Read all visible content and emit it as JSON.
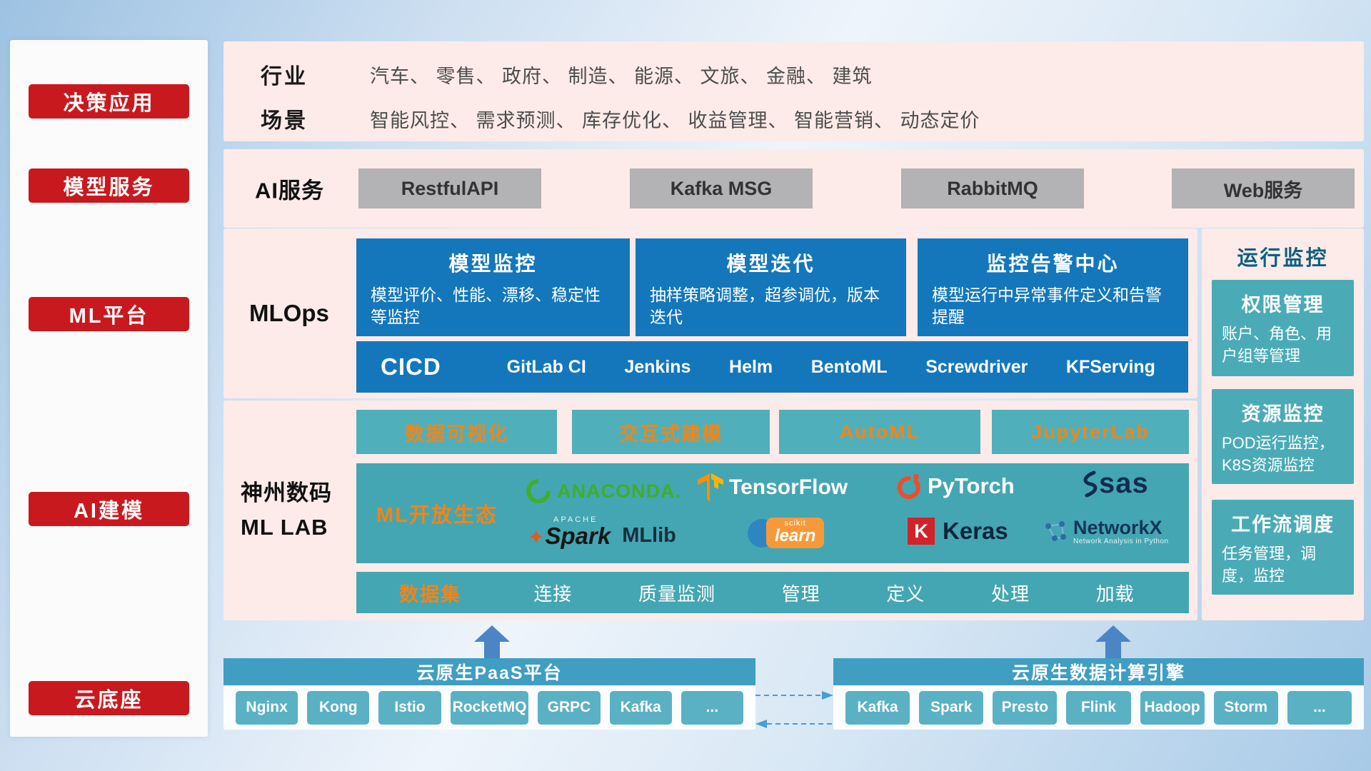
{
  "colors": {
    "accent_red": "#c8191f",
    "band_pink": "#fcebe8",
    "mlops_blue": "#1477bb",
    "teal": "#4aabb7",
    "bar_teal": "#3f9ec2",
    "orange_text": "#f08519"
  },
  "sidebar": {
    "items": [
      {
        "label": "决策应用"
      },
      {
        "label": "模型服务"
      },
      {
        "label": "ML平台"
      },
      {
        "label": "AI建模"
      },
      {
        "label": "云底座"
      }
    ]
  },
  "industry_band": {
    "rows": [
      {
        "label": "行业",
        "value": "汽车、 零售、 政府、 制造、 能源、 文旅、 金融、 建筑"
      },
      {
        "label": "场景",
        "value": "智能风控、 需求预测、 库存优化、 收益管理、 智能营销、 动态定价"
      }
    ]
  },
  "ai_service_band": {
    "label": "AI服务",
    "buttons": [
      "RestfulAPI",
      "Kafka MSG",
      "RabbitMQ",
      "Web服务"
    ]
  },
  "mlops_band": {
    "label": "MLOps",
    "cards": [
      {
        "title": "模型监控",
        "desc": "模型评价、性能、漂移、稳定性等监控"
      },
      {
        "title": "模型迭代",
        "desc": "抽样策略调整，超参调优，版本迭代"
      },
      {
        "title": "监控告警中心",
        "desc": "模型运行中异常事件定义和告警提醒"
      }
    ],
    "cicd_label": "CICD",
    "cicd_items": [
      "GitLab CI",
      "Jenkins",
      "Helm",
      "BentoML",
      "Screwdriver",
      "KFServing"
    ]
  },
  "mllab_band": {
    "label_line1": "神州数码",
    "label_line2": "ML LAB",
    "header_buttons": [
      "数据可视化",
      "交互式建模",
      "AutoML",
      "JupyterLab"
    ],
    "ecosystem_label": "ML开放生态",
    "logos": {
      "anaconda": "ANACONDA.",
      "tensorflow": "TensorFlow",
      "pytorch": "PyTorch",
      "sas": "sas",
      "spark_apache": "APACHE",
      "spark": "Spark",
      "mllib": "MLlib",
      "sklearn_top": "scikit",
      "sklearn": "learn",
      "keras_k": "K",
      "keras": "Keras",
      "networkx": "NetworkX",
      "networkx_sub": "Network Analysis in Python"
    },
    "dataset_label": "数据集",
    "dataset_items": [
      "连接",
      "质量监测",
      "管理",
      "定义",
      "处理",
      "加载"
    ]
  },
  "monitor_panel": {
    "title": "运行监控",
    "cards": [
      {
        "title": "权限管理",
        "desc": "账户、角色、用户组等管理"
      },
      {
        "title": "资源监控",
        "desc": "POD运行监控，K8S资源监控"
      },
      {
        "title": "工作流调度",
        "desc": "任务管理，调度，监控"
      }
    ]
  },
  "bottom": {
    "paas_title": "云原生PaaS平台",
    "paas_items": [
      "Nginx",
      "Kong",
      "Istio",
      "RocketMQ",
      "GRPC",
      "Kafka",
      "..."
    ],
    "engine_title": "云原生数据计算引擎",
    "engine_items": [
      "Kafka",
      "Spark",
      "Presto",
      "Flink",
      "Hadoop",
      "Storm",
      "..."
    ]
  }
}
